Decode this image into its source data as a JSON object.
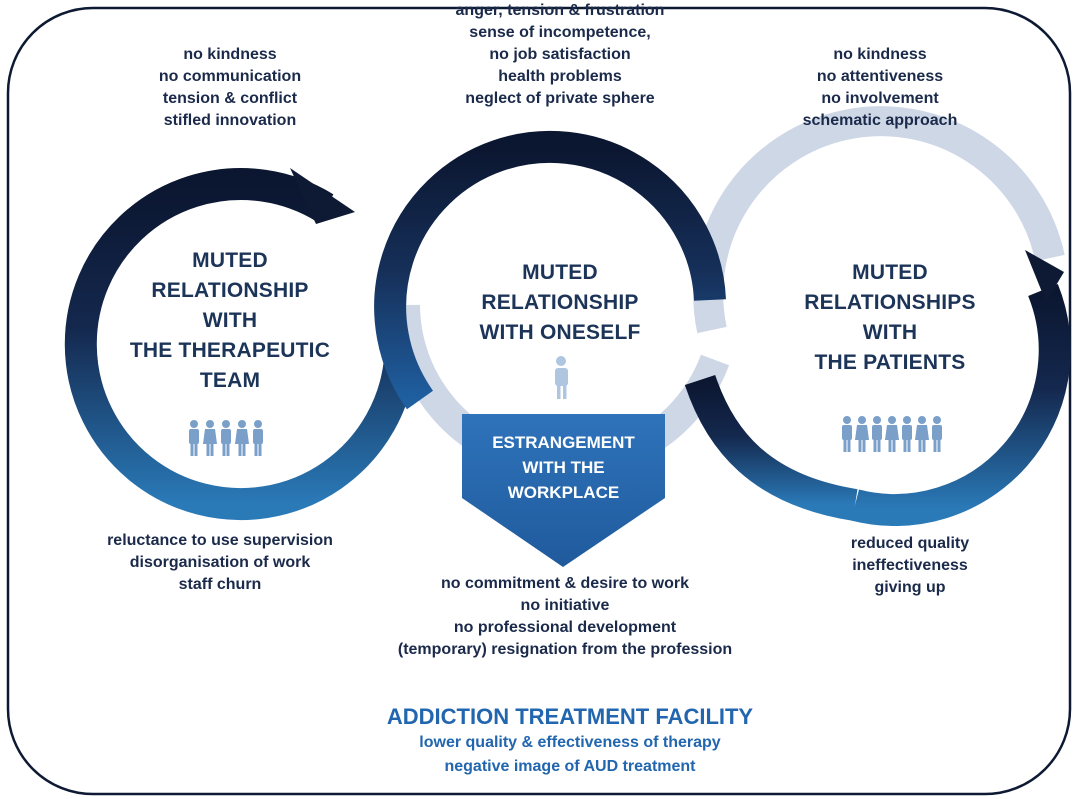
{
  "colors": {
    "dark_navy": "#0e1a33",
    "mid_blue": "#1f5fa0",
    "light_grey_blue": "#ced7e6",
    "text_navy": "#1b2a4a",
    "accent_blue": "#2166ae",
    "person_blue": "#7a9fc8",
    "person_light": "#aec6e0"
  },
  "circles": {
    "team": {
      "title": [
        "MUTED",
        "RELATIONSHIP",
        "WITH",
        "THE THERAPEUTIC",
        "TEAM"
      ],
      "effects_above": [
        "no kindness",
        "no communication",
        "tension & conflict",
        "stifled innovation"
      ],
      "effects_below": [
        "reluctance to use supervision",
        "disorganisation of work",
        "staff churn"
      ],
      "icon": "group-of-five-people-icon"
    },
    "self": {
      "title": [
        "MUTED",
        "RELATIONSHIP",
        "WITH ONESELF"
      ],
      "effects_above": [
        "anger, tension & frustration",
        "sense of incompetence,",
        "no job satisfaction",
        "health problems",
        "neglect of private sphere"
      ],
      "icon": "single-person-icon"
    },
    "patients": {
      "title": [
        "MUTED",
        "RELATIONSHIPS",
        "WITH",
        "THE PATIENTS"
      ],
      "effects_above": [
        "no kindness",
        "no attentiveness",
        "no involvement",
        "schematic approach"
      ],
      "effects_below": [
        "reduced quality",
        "ineffectiveness",
        "giving up"
      ],
      "icon": "group-of-seven-people-icon"
    }
  },
  "workplace": {
    "badge": [
      "ESTRANGEMENT",
      "WITH THE",
      "WORKPLACE"
    ],
    "effects_below": [
      "no commitment & desire to work",
      "no initiative",
      "no professional development",
      "(temporary) resignation from the profession"
    ]
  },
  "facility": {
    "title": "ADDICTION TREATMENT FACILITY",
    "lines": [
      "lower quality & effectiveness of therapy",
      "negative image of AUD treatment"
    ]
  }
}
